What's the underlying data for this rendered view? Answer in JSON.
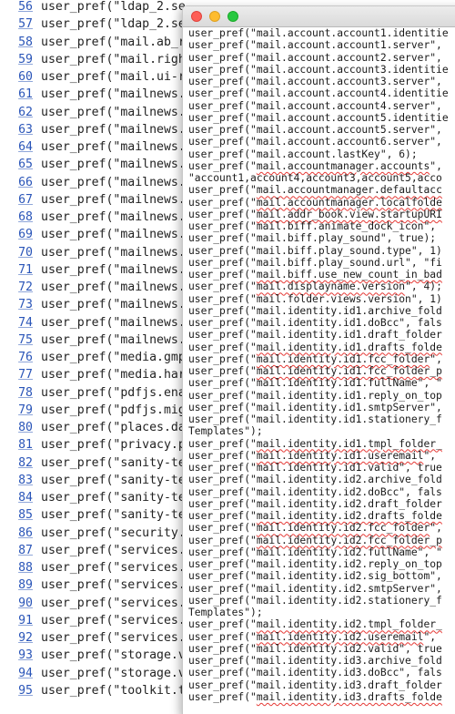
{
  "background_editor": {
    "lines": [
      {
        "num": "56",
        "code": "user_pref(\"ldap_2.se"
      },
      {
        "num": "57",
        "code": "user_pref(\"ldap_2.se"
      },
      {
        "num": "58",
        "code": "user_pref(\"mail.ab_r"
      },
      {
        "num": "59",
        "code": "user_pref(\"mail.righ"
      },
      {
        "num": "60",
        "code": "user_pref(\"mail.ui-r"
      },
      {
        "num": "61",
        "code": "user_pref(\"mailnews."
      },
      {
        "num": "62",
        "code": "user_pref(\"mailnews."
      },
      {
        "num": "63",
        "code": "user_pref(\"mailnews."
      },
      {
        "num": "64",
        "code": "user_pref(\"mailnews."
      },
      {
        "num": "65",
        "code": "user_pref(\"mailnews."
      },
      {
        "num": "66",
        "code": "user_pref(\"mailnews."
      },
      {
        "num": "67",
        "code": "user_pref(\"mailnews."
      },
      {
        "num": "68",
        "code": "user_pref(\"mailnews."
      },
      {
        "num": "69",
        "code": "user_pref(\"mailnews."
      },
      {
        "num": "70",
        "code": "user_pref(\"mailnews."
      },
      {
        "num": "71",
        "code": "user_pref(\"mailnews."
      },
      {
        "num": "72",
        "code": "user_pref(\"mailnews."
      },
      {
        "num": "73",
        "code": "user_pref(\"mailnews."
      },
      {
        "num": "74",
        "code": "user_pref(\"mailnews."
      },
      {
        "num": "75",
        "code": "user_pref(\"mailnews."
      },
      {
        "num": "76",
        "code": "user_pref(\"media.gmp"
      },
      {
        "num": "77",
        "code": "user_pref(\"media.har"
      },
      {
        "num": "78",
        "code": "user_pref(\"pdfjs.ena"
      },
      {
        "num": "79",
        "code": "user_pref(\"pdfjs.mig"
      },
      {
        "num": "80",
        "code": "user_pref(\"places.da"
      },
      {
        "num": "81",
        "code": "user_pref(\"privacy.p"
      },
      {
        "num": "82",
        "code": "user_pref(\"sanity-te"
      },
      {
        "num": "83",
        "code": "user_pref(\"sanity-te"
      },
      {
        "num": "84",
        "code": "user_pref(\"sanity-te"
      },
      {
        "num": "85",
        "code": "user_pref(\"sanity-te"
      },
      {
        "num": "86",
        "code": "user_pref(\"security."
      },
      {
        "num": "87",
        "code": "user_pref(\"services."
      },
      {
        "num": "88",
        "code": "user_pref(\"services."
      },
      {
        "num": "89",
        "code": "user_pref(\"services."
      },
      {
        "num": "90",
        "code": "user_pref(\"services."
      },
      {
        "num": "91",
        "code": "user_pref(\"services."
      },
      {
        "num": "92",
        "code": "user_pref(\"services."
      },
      {
        "num": "93",
        "code": "user_pref(\"storage.v"
      },
      {
        "num": "94",
        "code": "user_pref(\"storage.v"
      },
      {
        "num": "95",
        "code": "user_pref(\"toolkit.t"
      }
    ]
  },
  "foreground_window": {
    "lines": [
      {
        "pre": "user_pref(\"mail.account.account1.identitie",
        "sq": "",
        "post": ""
      },
      {
        "pre": "user_pref(\"mail.account.account1.server\",",
        "sq": "",
        "post": ""
      },
      {
        "pre": "user_pref(\"mail.account.account2.server\",",
        "sq": "",
        "post": ""
      },
      {
        "pre": "user_pref(\"mail.account.account3.identitie",
        "sq": "",
        "post": ""
      },
      {
        "pre": "user_pref(\"mail.account.account3.server\",",
        "sq": "",
        "post": ""
      },
      {
        "pre": "user_pref(\"mail.account.account4.identitie",
        "sq": "",
        "post": ""
      },
      {
        "pre": "user_pref(\"mail.account.account4.server\",",
        "sq": "",
        "post": ""
      },
      {
        "pre": "user_pref(\"mail.account.account5.identitie",
        "sq": "",
        "post": ""
      },
      {
        "pre": "user_pref(\"mail.account.account5.server\",",
        "sq": "",
        "post": ""
      },
      {
        "pre": "user_pref(\"mail.account.account6.server\",",
        "sq": "",
        "post": ""
      },
      {
        "pre": "user_pref(\"mail.account.lastKey\", 6);",
        "sq": "",
        "post": ""
      },
      {
        "pre": "user_pref(\"",
        "sq": "mail.accountmanager.accounts",
        "post": "\","
      },
      {
        "pre": "\"account1,account4,account3,account5,acco",
        "sq": "",
        "post": ""
      },
      {
        "pre": "user_pref(\"",
        "sq": "mail.accountmanager.defaultacc",
        "post": ""
      },
      {
        "pre": "user_pref(\"",
        "sq": "mail.accountmanager.localfolde",
        "post": ""
      },
      {
        "pre": "user_pref(\"",
        "sq": "mail.addr_book.view.startupURI",
        "post": ""
      },
      {
        "pre": "user_pref(\"mail.biff.animate_dock_icon\",",
        "sq": "",
        "post": ""
      },
      {
        "pre": "user_pref(\"mail.biff.play_sound\", true);",
        "sq": "",
        "post": ""
      },
      {
        "pre": "user_pref(\"mail.biff.play_sound.type\", 1)",
        "sq": "",
        "post": ""
      },
      {
        "pre": "user_pref(\"mail.biff.play_sound.url\", \"fi",
        "sq": "",
        "post": ""
      },
      {
        "pre": "user_pref(\"",
        "sq": "mail.biff.use_new_count_in_bad",
        "post": ""
      },
      {
        "pre": "user_pref(\"",
        "sq": "mail.displayname.version",
        "post": "\", 4);"
      },
      {
        "pre": "user_pref(\"mail.folder.views.version\", 1)",
        "sq": "",
        "post": ""
      },
      {
        "pre": "user_pref(\"mail.identity.id1.archive_fold",
        "sq": "",
        "post": ""
      },
      {
        "pre": "user_pref(\"mail.identity.id1.doBcc\", fals",
        "sq": "",
        "post": ""
      },
      {
        "pre": "user_pref(\"mail.identity.id1.draft_folder",
        "sq": "",
        "post": ""
      },
      {
        "pre": "user_pref(\"",
        "sq": "mail.identity.id1.drafts_folde",
        "post": ""
      },
      {
        "pre": "user_pref(\"",
        "sq": "mail.identity.id1.fcc_folder",
        "post": "\","
      },
      {
        "pre": "user_pref(\"",
        "sq": "mail.identity.id1.fcc_folder_p",
        "post": ""
      },
      {
        "pre": "user_pref(\"mail.identity.id1.fullName\", \"",
        "sq": "",
        "post": ""
      },
      {
        "pre": "user_pref(\"mail.identity.id1.reply_on_top",
        "sq": "",
        "post": ""
      },
      {
        "pre": "user_pref(\"mail.identity.id1.smtpServer\",",
        "sq": "",
        "post": ""
      },
      {
        "pre": "user_pref(\"mail.identity.id1.stationery_f",
        "sq": "",
        "post": ""
      },
      {
        "pre": "Templates\");",
        "sq": "",
        "post": ""
      },
      {
        "pre": "user_pref(\"",
        "sq": "mail.identity.id1.tmpl_folder_",
        "post": ""
      },
      {
        "pre": "user_pref(\"",
        "sq": "mail.identity.id1.useremail",
        "post": "\","
      },
      {
        "pre": "user_pref(\"mail.identity.id1.valid\", true",
        "sq": "",
        "post": ""
      },
      {
        "pre": "user_pref(\"mail.identity.id2.archive_fold",
        "sq": "",
        "post": ""
      },
      {
        "pre": "user_pref(\"mail.identity.id2.doBcc\", fals",
        "sq": "",
        "post": ""
      },
      {
        "pre": "user_pref(\"mail.identity.id2.draft_folder",
        "sq": "",
        "post": ""
      },
      {
        "pre": "user_pref(\"",
        "sq": "mail.identity.id2.drafts_folde",
        "post": ""
      },
      {
        "pre": "user_pref(\"",
        "sq": "mail.identity.id2.fcc_folder",
        "post": "\","
      },
      {
        "pre": "user_pref(\"",
        "sq": "mail.identity.id2.fcc_folder_p",
        "post": ""
      },
      {
        "pre": "user_pref(\"mail.identity.id2.fullName\", \"",
        "sq": "",
        "post": ""
      },
      {
        "pre": "user_pref(\"mail.identity.id2.reply_on_top",
        "sq": "",
        "post": ""
      },
      {
        "pre": "user_pref(\"mail.identity.id2.sig_bottom\",",
        "sq": "",
        "post": ""
      },
      {
        "pre": "user_pref(\"mail.identity.id2.smtpServer\",",
        "sq": "",
        "post": ""
      },
      {
        "pre": "user_pref(\"mail.identity.id2.stationery_f",
        "sq": "",
        "post": ""
      },
      {
        "pre": "Templates\");",
        "sq": "",
        "post": ""
      },
      {
        "pre": "user_pref(\"",
        "sq": "mail.identity.id2.tmpl_folder_",
        "post": ""
      },
      {
        "pre": "user_pref(\"",
        "sq": "mail.identity.id2.useremail",
        "post": "\","
      },
      {
        "pre": "user_pref(\"mail.identity.id2.valid\", true",
        "sq": "",
        "post": ""
      },
      {
        "pre": "user_pref(\"mail.identity.id3.archive_fold",
        "sq": "",
        "post": ""
      },
      {
        "pre": "user_pref(\"mail.identity.id3.doBcc\", fals",
        "sq": "",
        "post": ""
      },
      {
        "pre": "user_pref(\"mail.identity.id3.draft_folder",
        "sq": "",
        "post": ""
      },
      {
        "pre": "user_pref(\"",
        "sq": "mail.identity.id3.drafts_folde",
        "post": ""
      }
    ]
  },
  "colors": {
    "line_number": "#2a55b8",
    "spell_squiggle": "#e53935",
    "traffic_close": "#fd5f57",
    "traffic_minimize": "#febc2e",
    "traffic_maximize": "#28c840"
  }
}
